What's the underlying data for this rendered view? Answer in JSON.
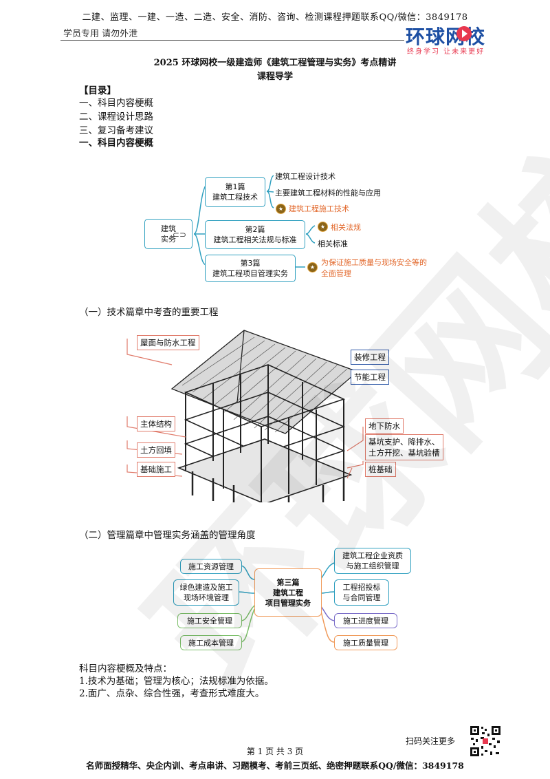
{
  "header": {
    "top_line": "二建、监理、一建、一造、二造、安全、消防、咨询、检测课程押题联系QQ/微信：3849178",
    "left_note": "学员专用 请勿外泄",
    "logo_text": "环球网校",
    "logo_slogan": "终身学习 让未来更好"
  },
  "title": "2025 环球网校一级建造师《建筑工程管理与实务》考点精讲",
  "subtitle": "课程导学",
  "toc": {
    "heading": "【目录】",
    "items": [
      "一、科目内容梗概",
      "二、课程设计思路",
      "三、复习备考建议"
    ]
  },
  "section1_heading": "一、科目内容梗概",
  "mindmap1": {
    "root": "建筑\n实务",
    "branches": [
      {
        "title": "第1篇\n建筑工程技术",
        "leaves": [
          "建筑工程设计技术",
          "主要建筑工程材料的性能与应用",
          "建筑工程施工技术"
        ]
      },
      {
        "title": "第2篇\n建筑工程相关法规与标准",
        "leaves": [
          "相关法规",
          "相关标准"
        ]
      },
      {
        "title": "第3篇\n建筑工程项目管理实务",
        "leaves": [
          "为保证施工质量与现场安全等的\n全面管理"
        ]
      }
    ]
  },
  "caption1": "（一）技术篇章中考查的重要工程",
  "building_labels": {
    "left": [
      "屋面与防水工程",
      "主体结构",
      "土方回填",
      "基础施工"
    ],
    "right_blue": [
      "装修工程",
      "节能工程"
    ],
    "right_red": [
      "地下防水",
      "基坑支护、降排水、\n土方开挖、基坑验槽",
      "桩基础"
    ]
  },
  "caption2": "（二）管理篇章中管理实务涵盖的管理角度",
  "mindmap2": {
    "center": "第三篇\n建筑工程\n项目管理实务",
    "left": [
      "施工资源管理",
      "绿色建造及施工\n现场环境管理",
      "施工安全管理",
      "施工成本管理"
    ],
    "right": [
      "建筑工程企业资质\n与施工组织管理",
      "工程招投标\n与合同管理",
      "施工进度管理",
      "施工质量管理"
    ]
  },
  "features": {
    "heading": "科目内容梗概及特点：",
    "items": [
      "1.技术为基础；管理为核心；法规标准为依据。",
      "2.面广、点杂、综合性强，考查形式难度大。"
    ]
  },
  "footer": {
    "scan_label": "扫码关注更多",
    "page_num": "第 1 页 共 3 页",
    "bottom_line": "名师面授精华、央企内训、考点串讲、习题模考、考前三页纸、绝密押题联系QQ/微信：3849178"
  },
  "colors": {
    "teal": "#2e9fbf",
    "orange": "#e2672a",
    "logo_blue": "#1d4fa3",
    "logo_red": "#e8384f"
  }
}
